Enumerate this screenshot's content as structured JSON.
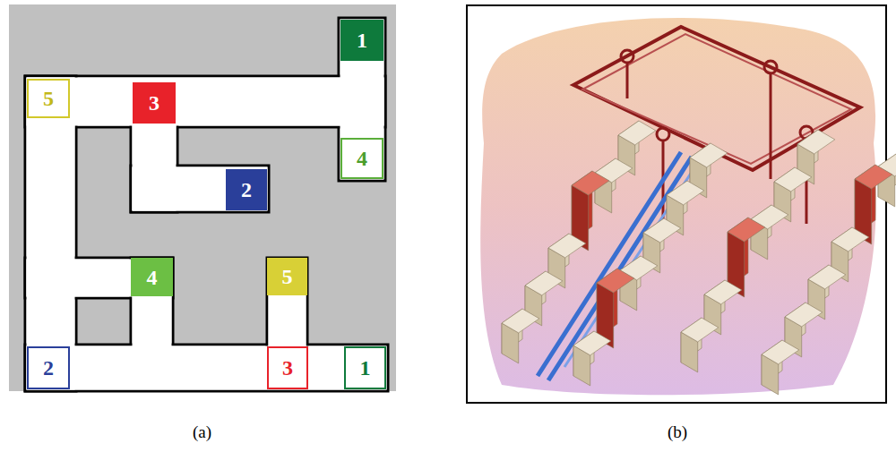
{
  "diagram": {
    "nodes": [
      {
        "text": [
          "1"
        ]
      },
      {
        "text": [
          "5"
        ]
      },
      {
        "text": [
          "3"
        ]
      },
      {
        "text": [
          "4"
        ]
      },
      {
        "text": [
          "2"
        ]
      },
      {
        "text": [
          "4"
        ]
      },
      {
        "text": [
          "5"
        ]
      },
      {
        "text": [
          "2"
        ]
      },
      {
        "text": [
          "3"
        ]
      },
      {
        "text": [
          "1"
        ]
      }
    ],
    "labels": [
      "(a)",
      "(b)"
    ]
  }
}
